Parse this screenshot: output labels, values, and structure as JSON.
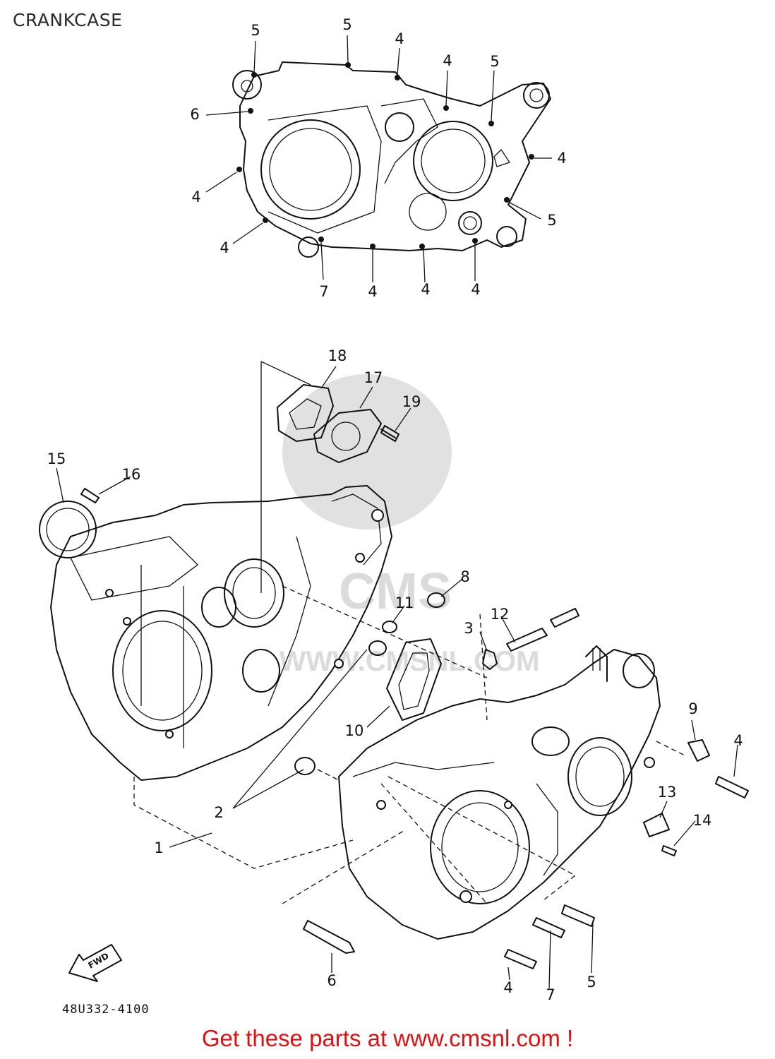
{
  "title": "CRANKCASE",
  "part_code": "48U332-4100",
  "fwd_label": "FWD",
  "watermark": {
    "text_main": "CMS",
    "text_sub": "WWW.CMSNL.COM"
  },
  "footer": {
    "text": "Get these parts at www.cmsnl.com !",
    "color": "#e01010"
  },
  "callouts": {
    "c1": "1",
    "c2": "2",
    "c3": "3",
    "c4": "4",
    "c5": "5",
    "c6": "6",
    "c7": "7",
    "c8": "8",
    "c9": "9",
    "c10": "10",
    "c11": "11",
    "c12": "12",
    "c13": "13",
    "c14": "14",
    "c15": "15",
    "c16": "16",
    "c17": "17",
    "c18": "18",
    "c19": "19"
  }
}
